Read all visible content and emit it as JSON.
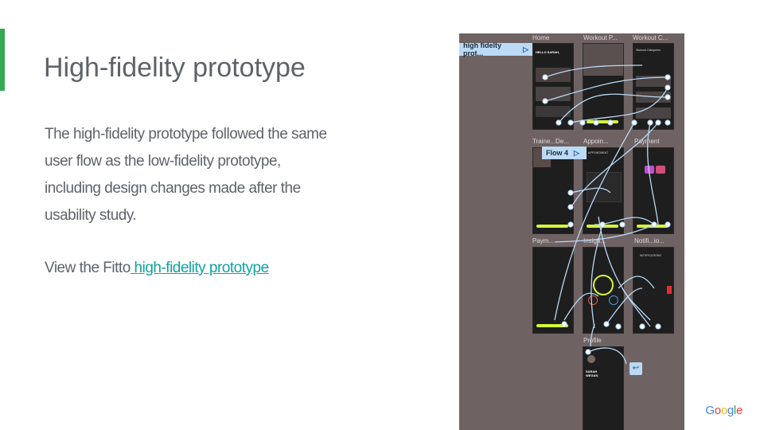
{
  "slide": {
    "title": "High-fidelity prototype",
    "body": "The high-fidelity prototype followed the same user flow as the low-fidelity prototype, including design changes made after the usability study.",
    "view_prefix": "View the Fitto",
    "view_link": " high-fidelity prototype"
  },
  "prototype": {
    "flow_label_main": "high fidelty prot...",
    "flow_label_4": "Flow 4",
    "frames": {
      "home": "Home",
      "workout_p": "Workout P...",
      "workout_c": "Workout C...",
      "trainer": "Traine...De...",
      "appointment": "Appoin...",
      "payment": "Payment",
      "payment2": "Paym...",
      "insights": "Insigh...",
      "notifications": "Notifi...io...",
      "profile": "Profile"
    },
    "screen_text": {
      "home_greeting": "HELLO SARAH,",
      "profile_name_1": "SARAH",
      "profile_name_2": "WEGAN",
      "notifications_title": "NOTIFICATIONS",
      "appointment_title": "APPOINTMENT",
      "workout_categories": "Workout Categories"
    }
  },
  "branding": {
    "google": [
      "G",
      "o",
      "o",
      "g",
      "l",
      "e"
    ]
  }
}
